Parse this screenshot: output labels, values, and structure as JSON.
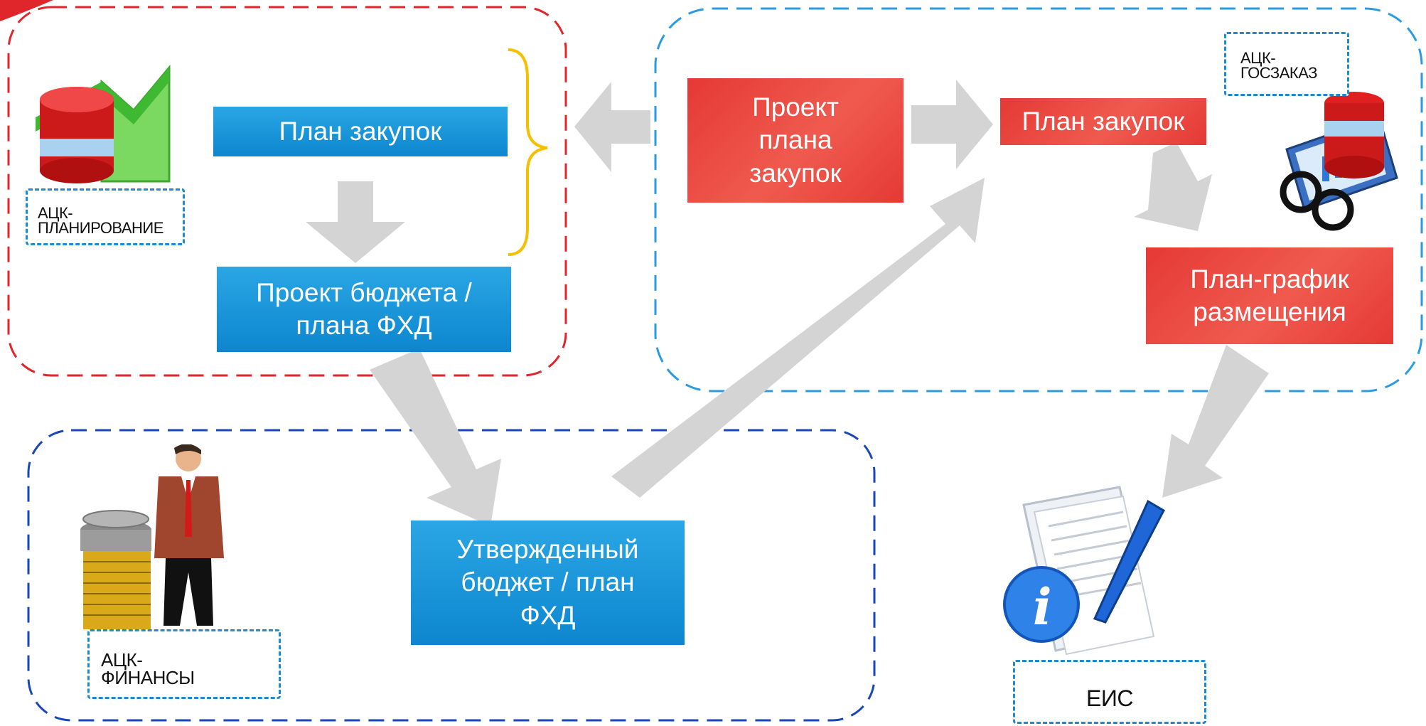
{
  "diagram": {
    "planning_group": {
      "procurement_plan_label": "План закупок",
      "budget_draft_label": "Проект бюджета /\nплана ФХД",
      "system_label": "АЦК-\nПЛАНИРОВАНИЕ"
    },
    "goszakaz_group": {
      "plan_draft_label": "Проект\nплана\nзакупок",
      "procurement_plan_label": "План закупок",
      "schedule_label": "План-график\nразмещения",
      "system_label": "АЦК-\nГОСЗАКАЗ"
    },
    "finance_group": {
      "approved_budget_label": "Утвержденный\nбюджет / план\nФХД",
      "system_label": "АЦК-\nФИНАНСЫ"
    },
    "eis": {
      "system_label": "ЕИС"
    }
  },
  "icons": {
    "planning": "database-chart-icon",
    "goszakaz": "database-glasses-icon",
    "finance": "businessman-coins-icon",
    "eis": "document-pen-info-icon"
  },
  "colors": {
    "red_border": "#e0252b",
    "light_blue_border": "#2a9be0",
    "dark_blue_border": "#1a46b8",
    "blue_box": "#1592d8",
    "red_box": "#e8423c",
    "arrow": "#d4d4d4",
    "brace": "#f5c000"
  }
}
